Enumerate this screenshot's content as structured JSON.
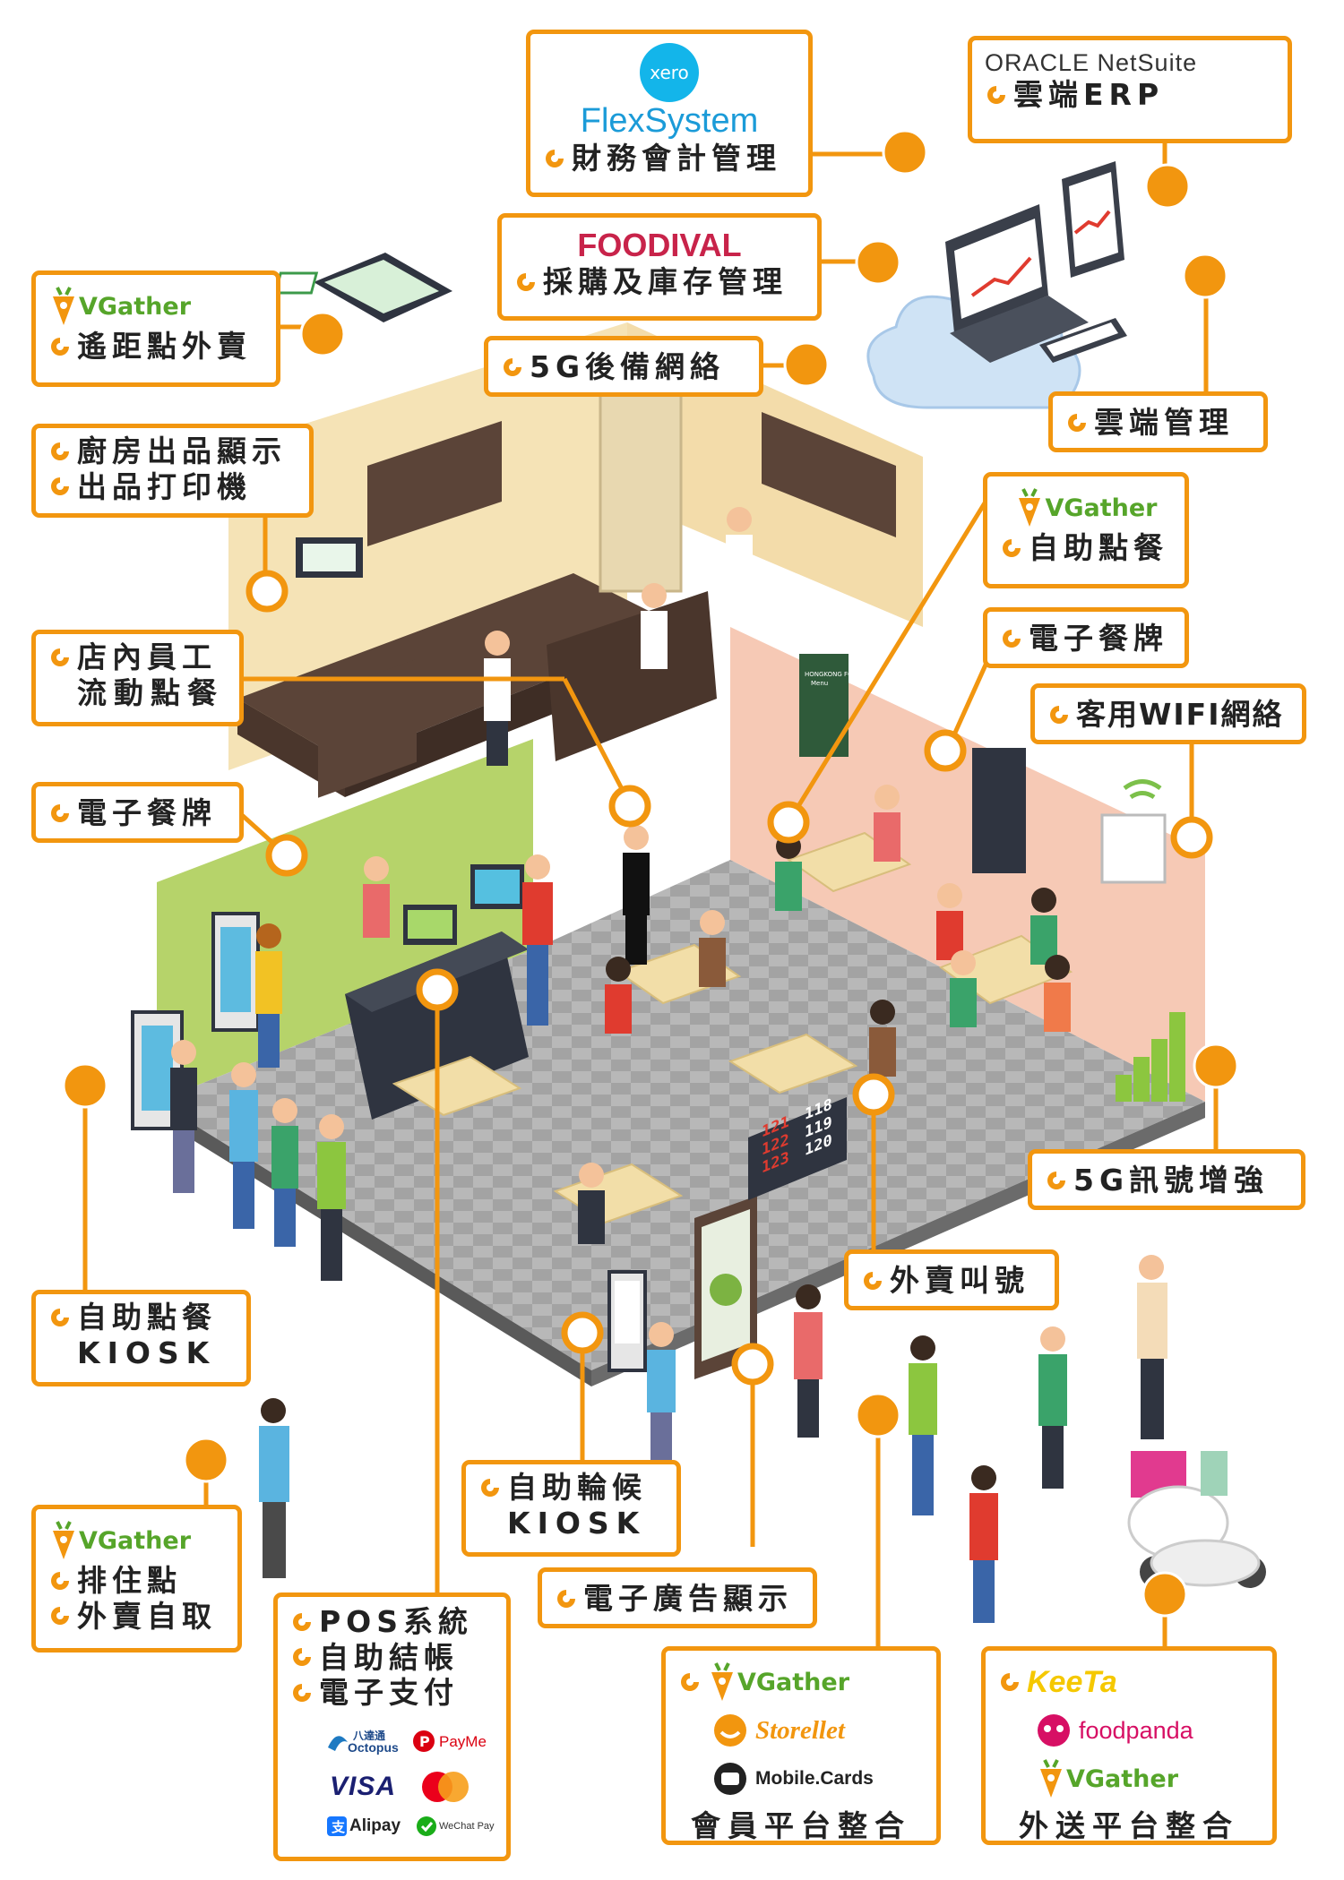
{
  "labels": {
    "accounting": "財務會計管理",
    "cloud_erp": "雲端ERP",
    "procurement": "採購及庫存管理",
    "backup_5g": "5G後備網絡",
    "remote_order": "遙距點外賣",
    "kds": "廚房出品顯示",
    "kitchen_printer": "出品打印機",
    "cloud_mgmt": "雲端管理",
    "self_order_top": "自助點餐",
    "emenu_right": "電子餐牌",
    "staff_order_1": "店內員工",
    "staff_order_2": "流動點餐",
    "guest_wifi": "客用WIFI網絡",
    "emenu_left": "電子餐牌",
    "signal_5g": "5G訊號增強",
    "takeaway_call": "外賣叫號",
    "kiosk_order_1": "自助點餐",
    "kiosk_order_2": "KIOSK",
    "queue_kiosk_1": "自助輪候",
    "queue_kiosk_2": "KIOSK",
    "queue": "排住點",
    "pickup": "外賣自取",
    "digital_signage": "電子廣告顯示",
    "pos": "POS系統",
    "self_checkout": "自助結帳",
    "epayment": "電子支付",
    "member_integration": "會員平台整合",
    "delivery_integration": "外送平台整合"
  },
  "brands": {
    "xero": "xero",
    "flexsystem": "FlexSystem",
    "oracle": "ORACLE NetSuite",
    "foodival": "FOODIVAL",
    "vgather": "VGather",
    "storellet": "Storellet",
    "mobilecards": "Mobile.Cards",
    "keeta": "KeeTa",
    "foodpanda": "foodpanda",
    "octopus_cn": "八達通",
    "octopus": "Octopus",
    "payme": "PayMe",
    "visa": "VISA",
    "alipay": "Alipay",
    "wechatpay": "WeChat Pay"
  },
  "scene_text": {
    "number_display": [
      "121",
      "122",
      "123",
      "118",
      "119",
      "120"
    ],
    "menu_title": "HONGKONG FOOD",
    "menu_sub": "Menu"
  },
  "colors": {
    "accent_orange": "#f2960f",
    "vgather_green": "#56a52a",
    "wall_yellow": "#f5e3b6",
    "wall_pink": "#f6c9b5",
    "wall_green": "#b6d36a",
    "floor": "#9a9a9a",
    "xero_blue": "#13b5ea",
    "foodival_red": "#c8234a",
    "foodpanda_pink": "#d70f64",
    "keeta_yellow": "#f5c800"
  }
}
